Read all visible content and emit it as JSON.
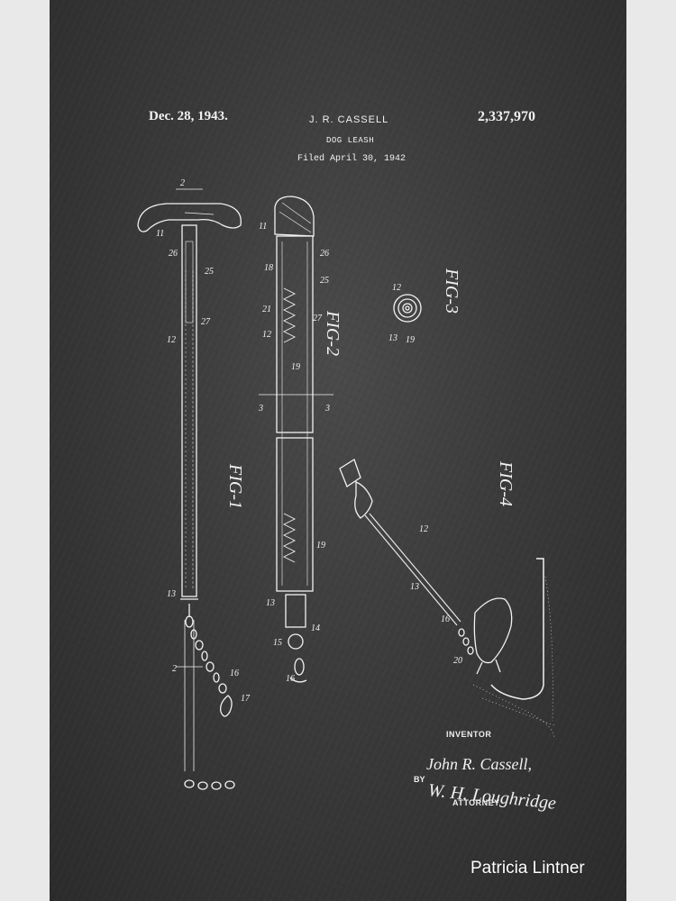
{
  "patent": {
    "date": "Dec. 28, 1943.",
    "inventor_name": "J. R. CASSELL",
    "number": "2,337,970",
    "subject": "DOG LEASH",
    "filed": "Filed April 30, 1942"
  },
  "figures": {
    "fig1": "FIG-1",
    "fig2": "FIG-2",
    "fig3": "FIG-3",
    "fig4": "FIG-4"
  },
  "ref_numbers": {
    "fig1": [
      "2",
      "11",
      "26",
      "25",
      "27",
      "12",
      "13",
      "2",
      "16",
      "17"
    ],
    "fig2": [
      "11",
      "18",
      "26",
      "25",
      "21",
      "27",
      "12",
      "19",
      "3",
      "3",
      "19",
      "13",
      "14",
      "15",
      "16"
    ],
    "fig3": [
      "12",
      "13",
      "19"
    ],
    "fig4": [
      "12",
      "13",
      "16",
      "20"
    ]
  },
  "signatures": {
    "inventor_label": "INVENTOR",
    "inventor_signature": "John R. Cassell,",
    "by_label": "BY",
    "attorney_signature": "W. H. Loughridge",
    "attorney_label": "ATTORNEY"
  },
  "watermark": "Patricia Lintner",
  "colors": {
    "background": "#3a3a3a",
    "ink": "#f2f2f2",
    "page": "#e9e9e9"
  }
}
